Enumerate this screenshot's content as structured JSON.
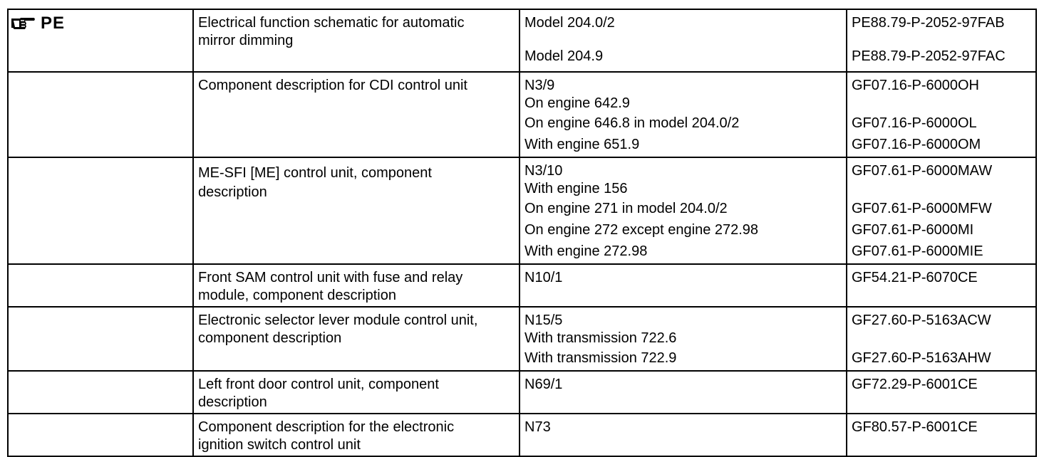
{
  "marker": {
    "label": "PE",
    "icon": "pointing-hand-icon"
  },
  "rows": [
    {
      "description": [
        "Electrical function schematic for automatic",
        "mirror dimming"
      ],
      "applicability": [
        "Model 204.0/2",
        "",
        "Model 204.9"
      ],
      "documents": [
        "PE88.79-P-2052-97FAB",
        "",
        "PE88.79-P-2052-97FAC"
      ]
    },
    {
      "description": [
        "Component description for CDI control unit"
      ],
      "applicability": [
        "N3/9",
        "On engine 642.9",
        "On engine 646.8 in model 204.0/2",
        "With engine 651.9"
      ],
      "documents": [
        "GF07.16-P-6000OH",
        "",
        "GF07.16-P-6000OL",
        "GF07.16-P-6000OM"
      ]
    },
    {
      "description": [
        "ME-SFI [ME] control unit, component",
        "description"
      ],
      "applicability": [
        "N3/10",
        "With engine 156",
        "On engine 271 in model 204.0/2",
        "On engine 272 except engine 272.98",
        "With engine 272.98"
      ],
      "documents": [
        "GF07.61-P-6000MAW",
        "",
        "GF07.61-P-6000MFW",
        "GF07.61-P-6000MI",
        "GF07.61-P-6000MIE"
      ]
    },
    {
      "description": [
        "Front SAM control unit with fuse and relay",
        "module, component description"
      ],
      "applicability": [
        "N10/1"
      ],
      "documents": [
        "GF54.21-P-6070CE"
      ]
    },
    {
      "description": [
        "Electronic selector lever module control unit,",
        "component description"
      ],
      "applicability": [
        "N15/5",
        "With transmission 722.6",
        "With transmission 722.9"
      ],
      "documents": [
        "GF27.60-P-5163ACW",
        "",
        "GF27.60-P-5163AHW"
      ]
    },
    {
      "description": [
        "Left front door control unit, component",
        "description"
      ],
      "applicability": [
        "N69/1"
      ],
      "documents": [
        "GF72.29-P-6001CE"
      ]
    },
    {
      "description": [
        "Component description for the electronic",
        "ignition switch control unit"
      ],
      "applicability": [
        "N73"
      ],
      "documents": [
        "GF80.57-P-6001CE"
      ]
    }
  ]
}
